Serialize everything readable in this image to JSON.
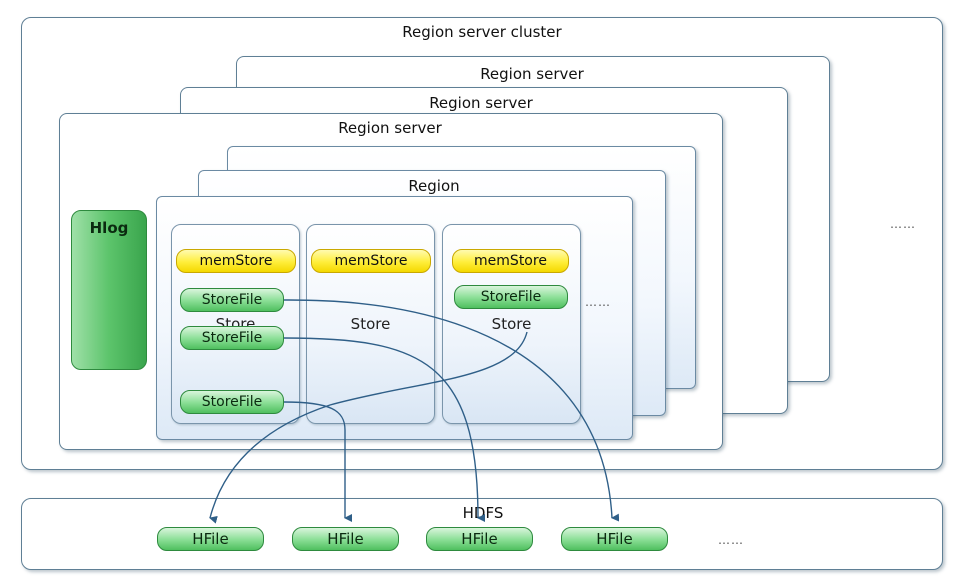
{
  "cluster": {
    "title": "Region server cluster"
  },
  "region_servers": [
    {
      "title": "Region server"
    },
    {
      "title": "Region server"
    },
    {
      "title": "Region server"
    }
  ],
  "region": {
    "title": "Region"
  },
  "hlog": {
    "label": "Hlog"
  },
  "stores": [
    {
      "label": "Store",
      "memstore": "memStore",
      "storefiles": [
        "StoreFile",
        "StoreFile",
        "StoreFile"
      ]
    },
    {
      "label": "Store",
      "memstore": "memStore",
      "storefiles": []
    },
    {
      "label": "Store",
      "memstore": "memStore",
      "storefiles": [
        "StoreFile"
      ]
    }
  ],
  "hdfs": {
    "title": "HDFS",
    "hfiles": [
      "HFile",
      "HFile",
      "HFile",
      "HFile"
    ]
  },
  "ellipsis": "……",
  "colors": {
    "border": "#5f7f95",
    "memstore": "#ffee3a",
    "storefile": "#4fbf5f",
    "arrow": "#2f5f88"
  }
}
